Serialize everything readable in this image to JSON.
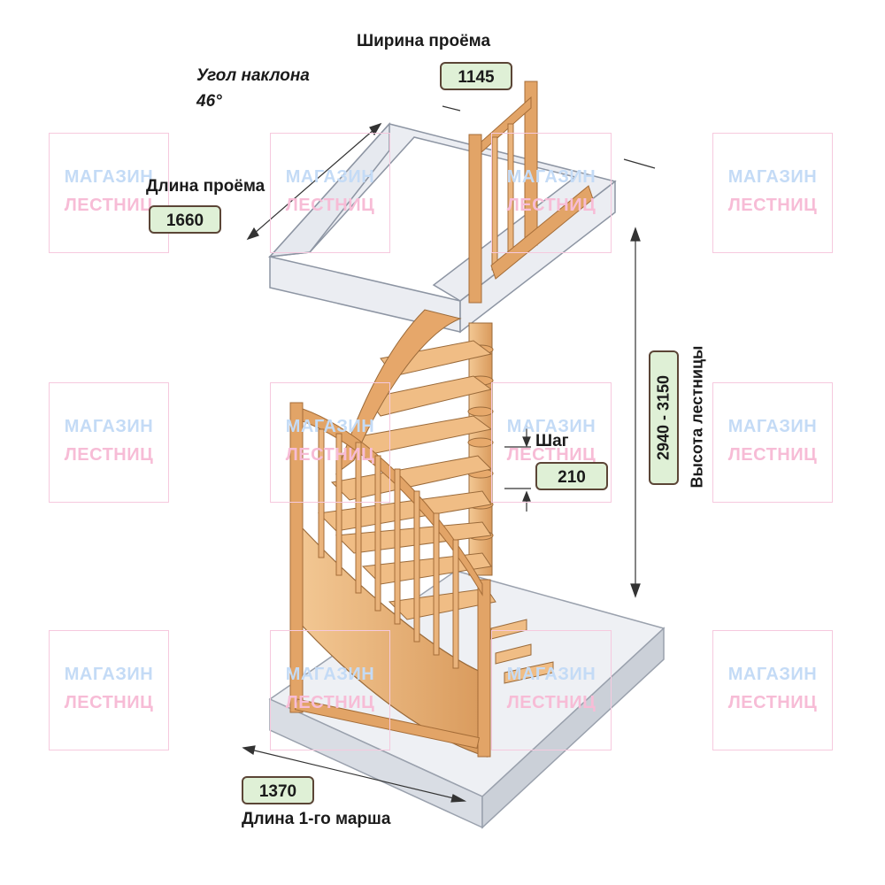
{
  "watermark": {
    "line1": "МАГАЗИН",
    "line2": "ЛЕСТНИЦ"
  },
  "labels": {
    "opening_width_title": "Ширина проёма",
    "opening_width_value": "1145",
    "slope_title_line1": "Угол наклона",
    "slope_title_line2": "46°",
    "opening_length_title": "Длина проёма",
    "opening_length_value": "1660",
    "step_title": "Шаг",
    "step_value": "210",
    "height_value": "2940 - 3150",
    "height_title": "Высота лестницы",
    "first_flight_value": "1370",
    "first_flight_title": "Длина 1-го марша"
  },
  "colors": {
    "wood": "#e9b27a",
    "wood_dark": "#b9773f",
    "slab": "#dde1e8",
    "value_box": "#dff0d6",
    "value_border": "#5b4536"
  }
}
